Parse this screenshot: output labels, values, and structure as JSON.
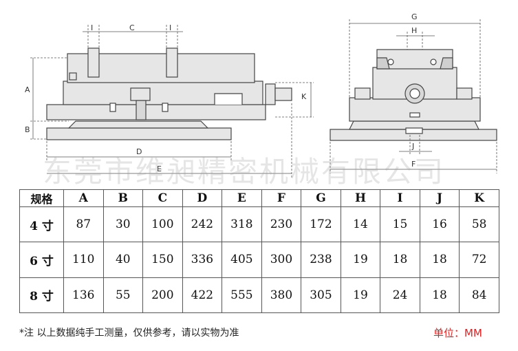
{
  "drawing": {
    "dimension_letters": {
      "A": "A",
      "B": "B",
      "C": "C",
      "D": "D",
      "E": "E",
      "F": "F",
      "G": "G",
      "H": "H",
      "I": "I",
      "J": "J",
      "K": "K"
    }
  },
  "watermark": "东莞市维昶精密机械有限公司",
  "table": {
    "headers": [
      "规格",
      "A",
      "B",
      "C",
      "D",
      "E",
      "F",
      "G",
      "H",
      "I",
      "J",
      "K"
    ],
    "rows": [
      [
        "4 寸",
        "87",
        "30",
        "100",
        "242",
        "318",
        "230",
        "172",
        "14",
        "15",
        "16",
        "58"
      ],
      [
        "6 寸",
        "110",
        "40",
        "150",
        "336",
        "405",
        "300",
        "238",
        "19",
        "18",
        "18",
        "72"
      ],
      [
        "8 寸",
        "136",
        "55",
        "200",
        "422",
        "555",
        "380",
        "305",
        "19",
        "24",
        "18",
        "84"
      ]
    ]
  },
  "note": "*注 以上数据纯手工测量，仅供参考，请以实物为准",
  "unit": "单位：MM",
  "colors": {
    "unit": "#e02020",
    "drawing_fill": "#e6e6e6",
    "line": "#444444"
  }
}
